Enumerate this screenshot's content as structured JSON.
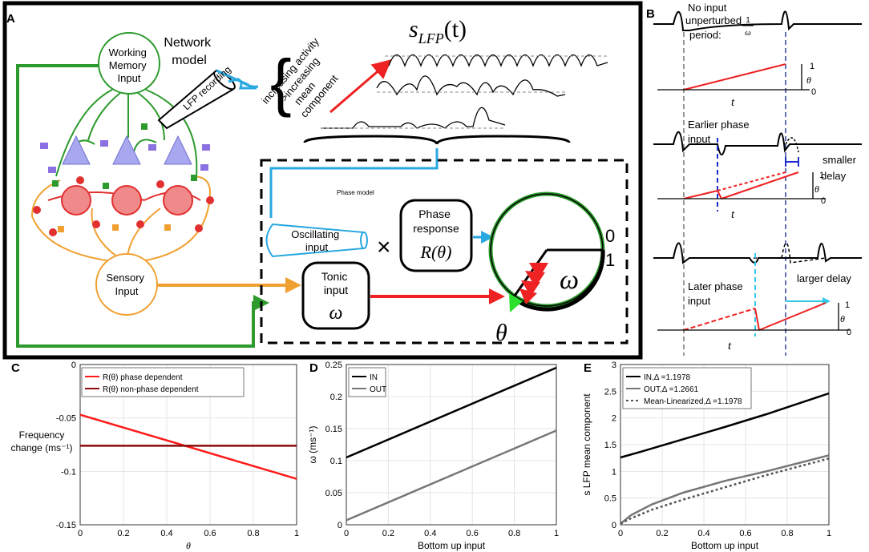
{
  "panel_letters": {
    "a": "A",
    "b": "B",
    "c": "C",
    "d": "D",
    "e": "E"
  },
  "panel_a": {
    "network_model": [
      "Network",
      "model"
    ],
    "working_memory": [
      "Working",
      "Memory",
      "Input"
    ],
    "lfp_recording": "LFP recording",
    "s_lfp": "s",
    "s_lfp_sub": "LFP",
    "s_lfp_arg": "(t)",
    "increasing_activity": [
      "increasing activity",
      "–>increasing",
      "mean",
      "component"
    ],
    "sensory": [
      "Sensory",
      "Input"
    ],
    "phase_model": "Phase model",
    "oscillating": [
      "Oscillating",
      "input"
    ],
    "times": "×",
    "phase_response": [
      "Phase",
      "response",
      "R(θ)"
    ],
    "tonic": [
      "Tonic",
      "input",
      "ω"
    ],
    "omega": "ω",
    "theta": "θ",
    "zero": "0",
    "one": "1"
  },
  "panel_b": {
    "no_input": [
      "No input",
      "unperturbed",
      "period:"
    ],
    "frac_num": "1",
    "frac_den": "ω",
    "earlier": [
      "Earlier phase",
      "input"
    ],
    "smaller": [
      "smaller",
      "delay"
    ],
    "later": [
      "Later phase",
      "input"
    ],
    "larger": "larger delay",
    "t": "t",
    "theta": "θ",
    "one": "1",
    "zero": "0"
  },
  "chart_data": [
    {
      "type": "line",
      "panel": "C",
      "ylabel": "Frequency change (ms⁻¹)",
      "xlabel": "θ",
      "xlim": [
        0,
        1
      ],
      "ylim": [
        -0.15,
        0
      ],
      "xticks": [
        0,
        0.2,
        0.4,
        0.6,
        0.8,
        1
      ],
      "xtick_labels": [
        "0",
        "0.2",
        "0.4",
        "0.6",
        "0.8",
        "1"
      ],
      "yticks": [
        -0.15,
        -0.1,
        -0.05,
        0
      ],
      "ytick_labels": [
        "-0.15",
        "-0.1",
        "-0.05",
        "0"
      ],
      "grid": true,
      "legend": "top",
      "series": [
        {
          "name": "R(θ) phase dependent",
          "color": "#ff1a1a",
          "x": [
            0,
            1
          ],
          "y": [
            -0.047,
            -0.107
          ]
        },
        {
          "name": "R(θ) non-phase dependent",
          "color": "#8b0a0a",
          "x": [
            0,
            1
          ],
          "y": [
            -0.076,
            -0.076
          ]
        }
      ]
    },
    {
      "type": "line",
      "panel": "D",
      "ylabel": "ω (ms⁻¹)",
      "xlabel": "Bottom up input",
      "xlim": [
        0,
        1
      ],
      "ylim": [
        0,
        0.25
      ],
      "xticks": [
        0,
        0.2,
        0.4,
        0.6,
        0.8,
        1
      ],
      "xtick_labels": [
        "0",
        "0.2",
        "0.4",
        "0.6",
        "0.8",
        "1"
      ],
      "yticks": [
        0,
        0.05,
        0.1,
        0.15,
        0.2,
        0.25
      ],
      "ytick_labels": [
        "0",
        "0.05",
        "0.1",
        "0.15",
        "0.2",
        "0.25"
      ],
      "grid": true,
      "legend": "top-left",
      "series": [
        {
          "name": "IN",
          "color": "#000000",
          "x": [
            0,
            1
          ],
          "y": [
            0.105,
            0.245
          ]
        },
        {
          "name": "OUT",
          "color": "#777777",
          "x": [
            0,
            1
          ],
          "y": [
            0.007,
            0.147
          ]
        }
      ]
    },
    {
      "type": "line",
      "panel": "E",
      "ylabel": "s LFP mean component",
      "xlabel": "Bottom up input",
      "xlim": [
        0,
        1
      ],
      "ylim": [
        0,
        3
      ],
      "xticks": [
        0,
        0.2,
        0.4,
        0.6,
        0.8,
        1
      ],
      "xtick_labels": [
        "0",
        "0.2",
        "0.4",
        "0.6",
        "0.8",
        "1"
      ],
      "yticks": [
        0,
        0.5,
        1,
        1.5,
        2,
        2.5,
        3
      ],
      "ytick_labels": [
        "0",
        "0.5",
        "1",
        "1.5",
        "2",
        "2.5",
        "3"
      ],
      "grid": true,
      "legend": "top-left",
      "series": [
        {
          "name": "IN,Δ =1.1978",
          "color": "#000000",
          "dash": "",
          "x": [
            0,
            0.1,
            0.3,
            0.5,
            0.7,
            1
          ],
          "y": [
            1.26,
            1.37,
            1.6,
            1.83,
            2.07,
            2.46
          ]
        },
        {
          "name": "OUT,Δ =1.2661",
          "color": "#777777",
          "dash": "",
          "x": [
            0,
            0.05,
            0.15,
            0.3,
            0.5,
            0.7,
            1
          ],
          "y": [
            0.02,
            0.18,
            0.38,
            0.6,
            0.82,
            1.0,
            1.3
          ]
        },
        {
          "name": "Mean-Linearized,Δ =1.1978",
          "color": "#555555",
          "dash": "3,3",
          "x": [
            0,
            0.05,
            0.15,
            0.3,
            0.5,
            0.7,
            1
          ],
          "y": [
            0.02,
            0.12,
            0.28,
            0.47,
            0.7,
            0.93,
            1.24
          ]
        }
      ]
    }
  ]
}
